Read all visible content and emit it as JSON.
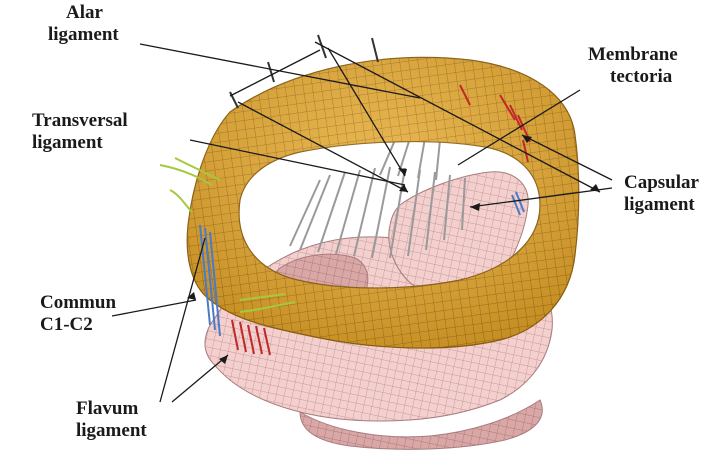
{
  "labels": {
    "alar": [
      "Alar",
      "ligament"
    ],
    "membrane": [
      "Membrane",
      "tectoria"
    ],
    "transversal": [
      "Transversal",
      "ligament"
    ],
    "capsular": [
      "Capsular",
      "ligament"
    ],
    "commun": [
      "Commun",
      "C1-C2"
    ],
    "flavum": [
      "Flavum",
      "ligament"
    ]
  },
  "colors": {
    "vertebra_c1": "#e3a62a",
    "vertebra_c1_dark": "#9a6a12",
    "vertebra_c2": "#f2c6c4",
    "vertebra_c2_mesh": "#b98a8a",
    "ligament_grey": "#9a9a9a",
    "ligament_red": "#c0282a",
    "ligament_green": "#a5c83c",
    "ligament_blue": "#4a7ac8",
    "leader_line": "#1a1a1a"
  }
}
